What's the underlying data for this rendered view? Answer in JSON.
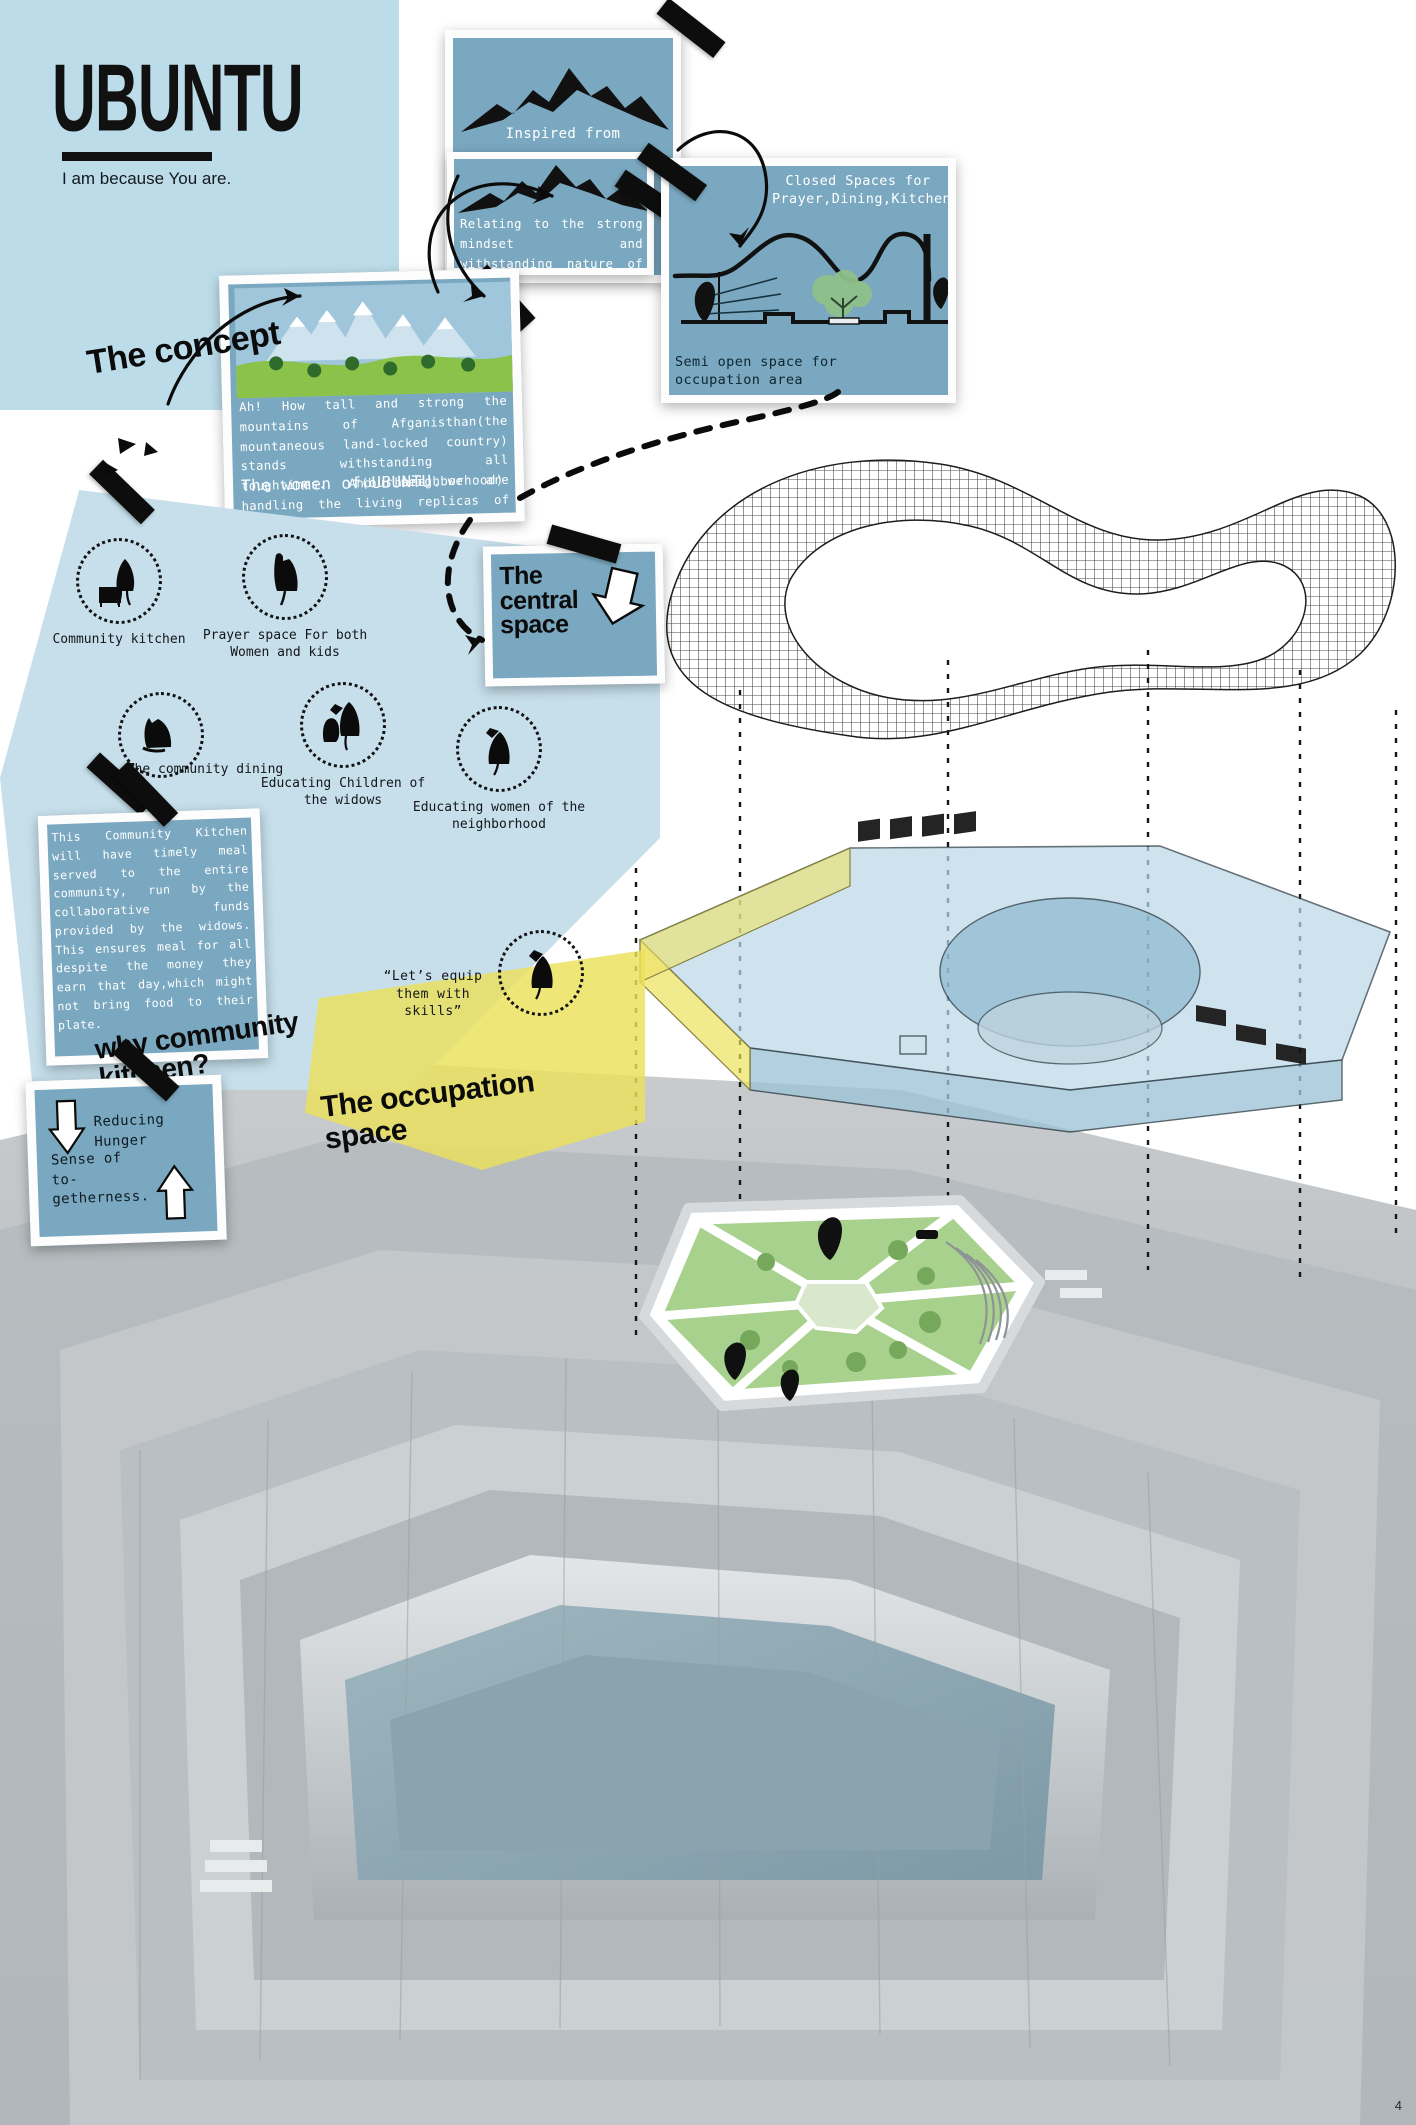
{
  "title": {
    "word": "UBUNTU",
    "subtitle": "I am because You are."
  },
  "headings": {
    "concept": "The concept",
    "central_space": "The central space",
    "why_community_kitchen": "why community kitchen?",
    "occupation_space": "The occupation space"
  },
  "boards": {
    "inspired": {
      "caption": "Inspired from"
    },
    "relating": {
      "caption": "Relating to the strong mindset and withstanding nature of women."
    },
    "closed": {
      "caption_top": "Closed Spaces for Prayer,Dining,Kitchen",
      "caption_bottom": "Semi open space for occupation area"
    },
    "concept": {
      "body": "Ah! How tall and strong the mountains of Afganisthan(the mountaneous land-locked country) stands withstanding all toughtimes. And here we are handling the living replicas of them-",
      "emphasis": "The women of UBUNTU.",
      "emphasis_tail": "(our neighborhood)"
    },
    "kitchen": {
      "body": "This Community Kitchen will have timely meal served to the entire community, run by the collaborative funds provided by the widows. This ensures meal for all despite the money they earn that day,which might not bring food to their plate."
    },
    "hunger": {
      "line1": "Reducing Hunger",
      "line2": "Sense of to-getherness."
    }
  },
  "icons": [
    {
      "name": "community-kitchen",
      "glyph": "♟",
      "caption": "Community kitchen"
    },
    {
      "name": "prayer-space",
      "glyph": "♟",
      "caption": "Prayer space For both Women and kids"
    },
    {
      "name": "community-dining",
      "glyph": "♟",
      "caption": "The community dining"
    },
    {
      "name": "educating-children",
      "glyph": "♟",
      "caption": "Educating Children of the widows"
    },
    {
      "name": "educating-women",
      "glyph": "♟",
      "caption": "Educating women of the neighborhood"
    }
  ],
  "skills_badge": {
    "caption": "“Let’s equip them with skills”"
  },
  "page_number": "4",
  "colors": {
    "pale_blue_panel": "#bcdcea",
    "board_blue": "#7aa8c0",
    "icon_field_blue": "#c6dfeb",
    "occupation_yellow": "#ebe15a",
    "ink": "#0b0b0b"
  }
}
